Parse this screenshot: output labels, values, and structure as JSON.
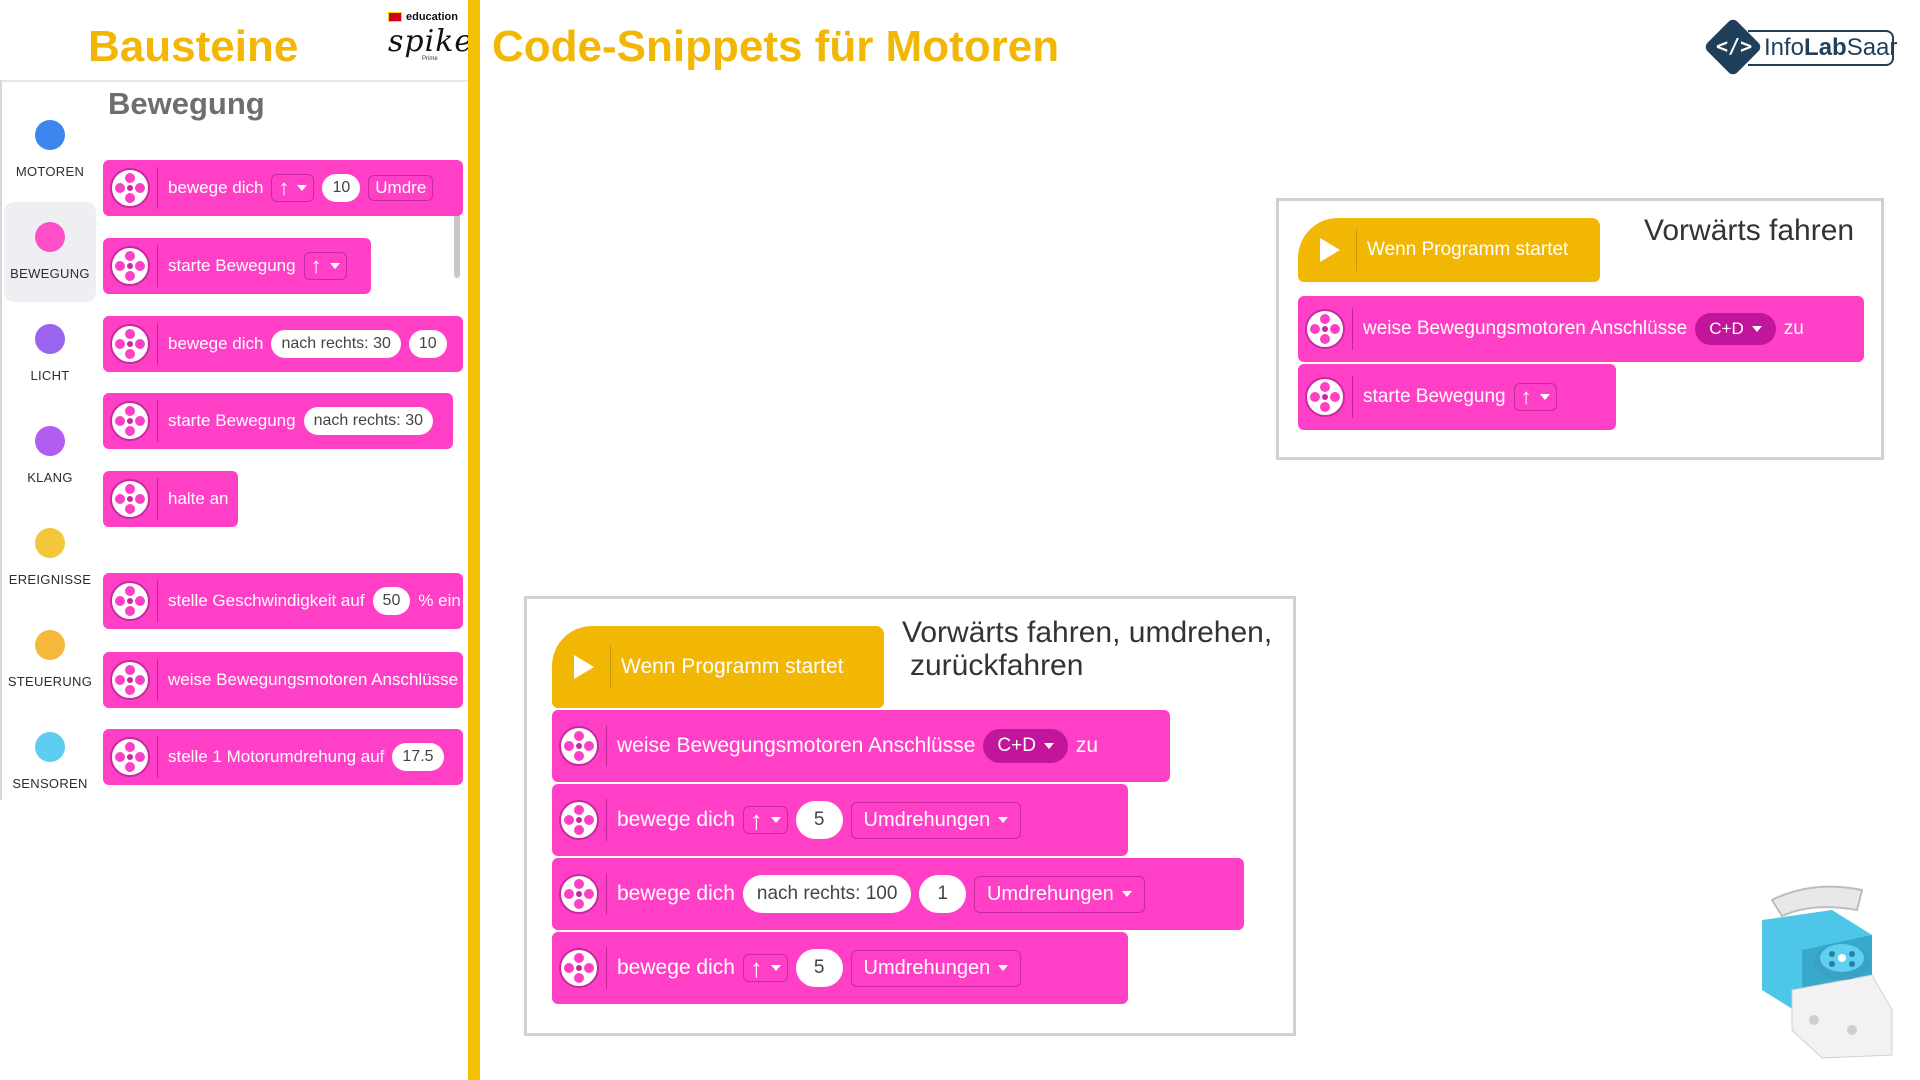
{
  "headings": {
    "left": "Bausteine",
    "right": "Code-Snippets für Motoren"
  },
  "logos": {
    "spike_edu": "education",
    "spike": "spike",
    "spike_sub": "Prime",
    "infolab_code": "</>",
    "infolab_a": "Info",
    "infolab_b": "Lab",
    "infolab_c": "Saar"
  },
  "sidebar": {
    "categories": [
      {
        "label": "MOTOREN",
        "color": "#3d86f0"
      },
      {
        "label": "BEWEGUNG",
        "color": "#ff4fc8"
      },
      {
        "label": "LICHT",
        "color": "#9a63f0"
      },
      {
        "label": "KLANG",
        "color": "#b25cf0"
      },
      {
        "label": "EREIGNISSE",
        "color": "#f2c83a"
      },
      {
        "label": "STEUERUNG",
        "color": "#f5b83d"
      },
      {
        "label": "SENSOREN",
        "color": "#5fcdf2"
      }
    ],
    "section_title": "Bewegung"
  },
  "palette": {
    "b1": {
      "text": "bewege dich",
      "dir": "↑",
      "num": "10",
      "unit": "Umdre"
    },
    "b2": {
      "text": "starte Bewegung",
      "dir": "↑"
    },
    "b3": {
      "text": "bewege dich",
      "pill": "nach rechts: 30",
      "num": "10"
    },
    "b4": {
      "text": "starte Bewegung",
      "pill": "nach rechts: 30"
    },
    "b5": {
      "text": "halte an"
    },
    "b6": {
      "text": "stelle Geschwindigkeit auf",
      "num": "50",
      "suffix": "% ein"
    },
    "b7": {
      "text": "weise Bewegungsmotoren Anschlüsse"
    },
    "b8": {
      "text": "stelle 1 Motorumdrehung auf",
      "num": "17.5"
    }
  },
  "snippet_forward": {
    "title": "Vorwärts fahren",
    "hat": "Wenn Programm startet",
    "assign": {
      "text": "weise Bewegungsmotoren Anschlüsse",
      "port": "C+D",
      "suffix": "zu"
    },
    "start": {
      "text": "starte Bewegung",
      "dir": "↑"
    }
  },
  "snippet_turn": {
    "title_line1": "Vorwärts fahren, umdrehen,",
    "title_line2": "zurückfahren",
    "hat": "Wenn Programm startet",
    "assign": {
      "text": "weise Bewegungsmotoren Anschlüsse",
      "port": "C+D",
      "suffix": "zu"
    },
    "move1": {
      "text": "bewege dich",
      "dir": "↑",
      "num": "5",
      "unit": "Umdrehungen"
    },
    "move2": {
      "text": "bewege dich",
      "pill": "nach rechts: 100",
      "num": "1",
      "unit": "Umdrehungen"
    },
    "move3": {
      "text": "bewege dich",
      "dir": "↑",
      "num": "5",
      "unit": "Umdrehungen"
    }
  }
}
